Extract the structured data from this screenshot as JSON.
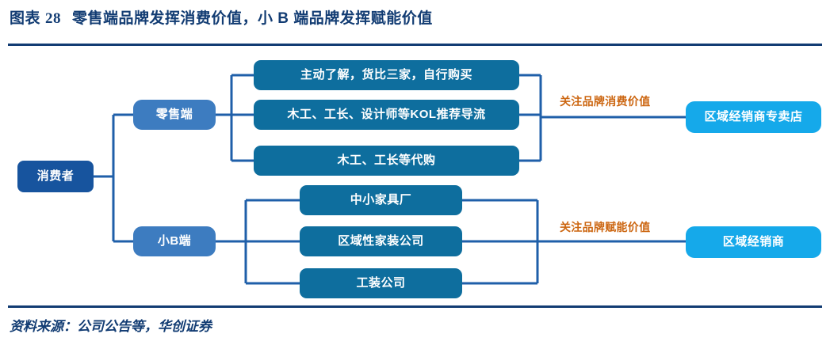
{
  "header": {
    "label": "图表",
    "number": "28",
    "title": "零售端品牌发挥消费价值，小 B 端品牌发挥赋能价值"
  },
  "footer": {
    "source": "资料来源：公司公告等，华创证券"
  },
  "colors": {
    "header_blue": "#123c73",
    "root_blue": "#17549e",
    "branch_blue": "#3d7cc0",
    "leaf_blue": "#0e6e9e",
    "terminal_cyan": "#15a9ea",
    "annotation_orange": "#cc6611",
    "connector_blue": "#1f5fa9"
  },
  "diagram": {
    "root": {
      "label": "消费者"
    },
    "branches": [
      {
        "label": "零售端",
        "annotation": "关注品牌消费价值",
        "terminal": "区域经销商专卖店",
        "leaves": [
          "主动了解，货比三家，自行购买",
          "木工、工长、设计师等KOL推荐导流",
          "木工、工长等代购"
        ]
      },
      {
        "label": "小B端",
        "annotation": "关注品牌赋能价值",
        "terminal": "区域经销商",
        "leaves": [
          "中小家具厂",
          "区域性家装公司",
          "工装公司"
        ]
      }
    ]
  }
}
